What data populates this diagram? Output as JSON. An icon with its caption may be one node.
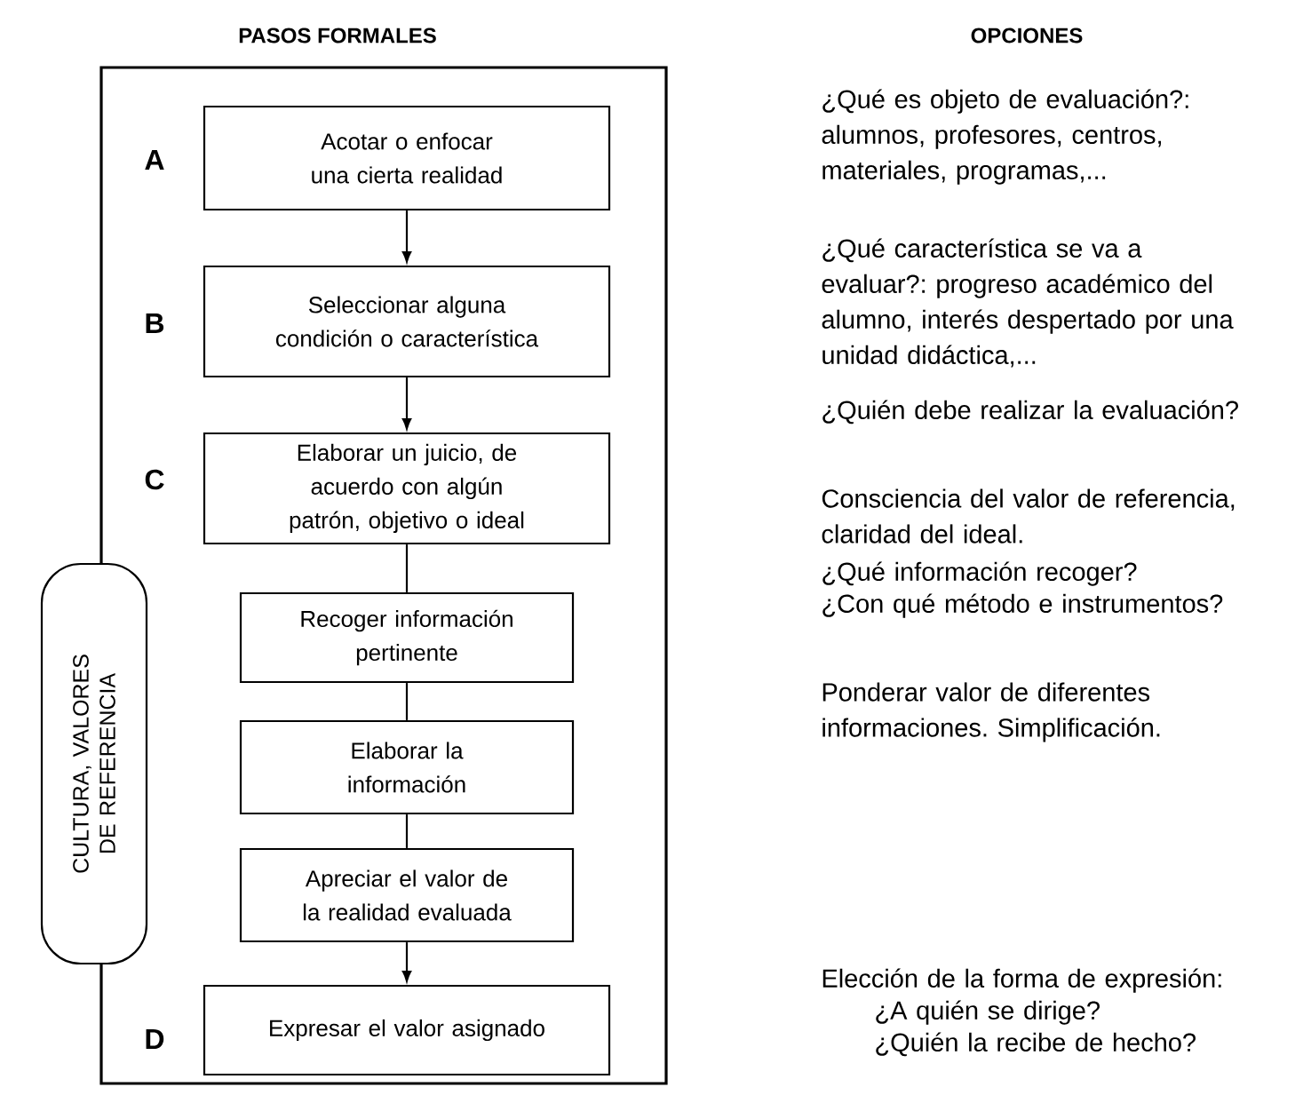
{
  "diagram": {
    "nodes": [
      {
        "text": [],
        "shape": "box"
      },
      {
        "text": [
          "Acotar o enfocar una cierta realidad"
        ],
        "in": 0
      },
      {
        "text": [
          "Seleccionar alguna condición o característica"
        ],
        "in": 0
      },
      {
        "text": [
          "Elaborar un juicio, de acuerdo con algún patrón, objetivo o ideal"
        ],
        "in": 0
      },
      {
        "text": [
          "Recoger información pertinente"
        ],
        "in": 0
      },
      {
        "text": [
          "Elaborar la información"
        ],
        "in": 0
      },
      {
        "text": [
          "Apreciar el valor de la realidad evaluada"
        ],
        "in": 0
      },
      {
        "text": [
          "Expresar el valor asignado"
        ],
        "in": 0
      },
      {
        "text": [
          "CULTURA, VALORES DE REFERENCIA"
        ]
      }
    ],
    "edges": [
      {
        "from": 1,
        "to": 2,
        "arrow": "to"
      },
      {
        "from": 2,
        "to": 3,
        "arrow": "to"
      },
      {
        "from": 3,
        "to": 4,
        "arrow": "none"
      },
      {
        "from": 4,
        "to": 5,
        "arrow": "none"
      },
      {
        "from": 5,
        "to": 6,
        "arrow": "none"
      },
      {
        "from": 6,
        "to": 7,
        "arrow": "to"
      }
    ],
    "labels": [
      "PASOS FORMALES",
      "OPCIONES",
      "A",
      "¿Qué es objeto de evaluación?: alumnos, profesores, centros, materiales, programas,...",
      "B",
      "¿Qué característica se va a evaluar?: progreso académico del alumno, interés despertado por una unidad didáctica,...",
      "¿Quién debe realizar la evaluación?",
      "C",
      "Consciencia del valor de referencia, claridad del ideal.",
      "¿Qué información recoger?",
      "¿Con qué método e instrumentos?",
      "Ponderar valor de diferentes informaciones. Simplificación.",
      "D",
      "Elección de la forma de expresión:",
      "¿A quién se dirige?",
      "¿Quién la recibe de hecho?"
    ]
  }
}
